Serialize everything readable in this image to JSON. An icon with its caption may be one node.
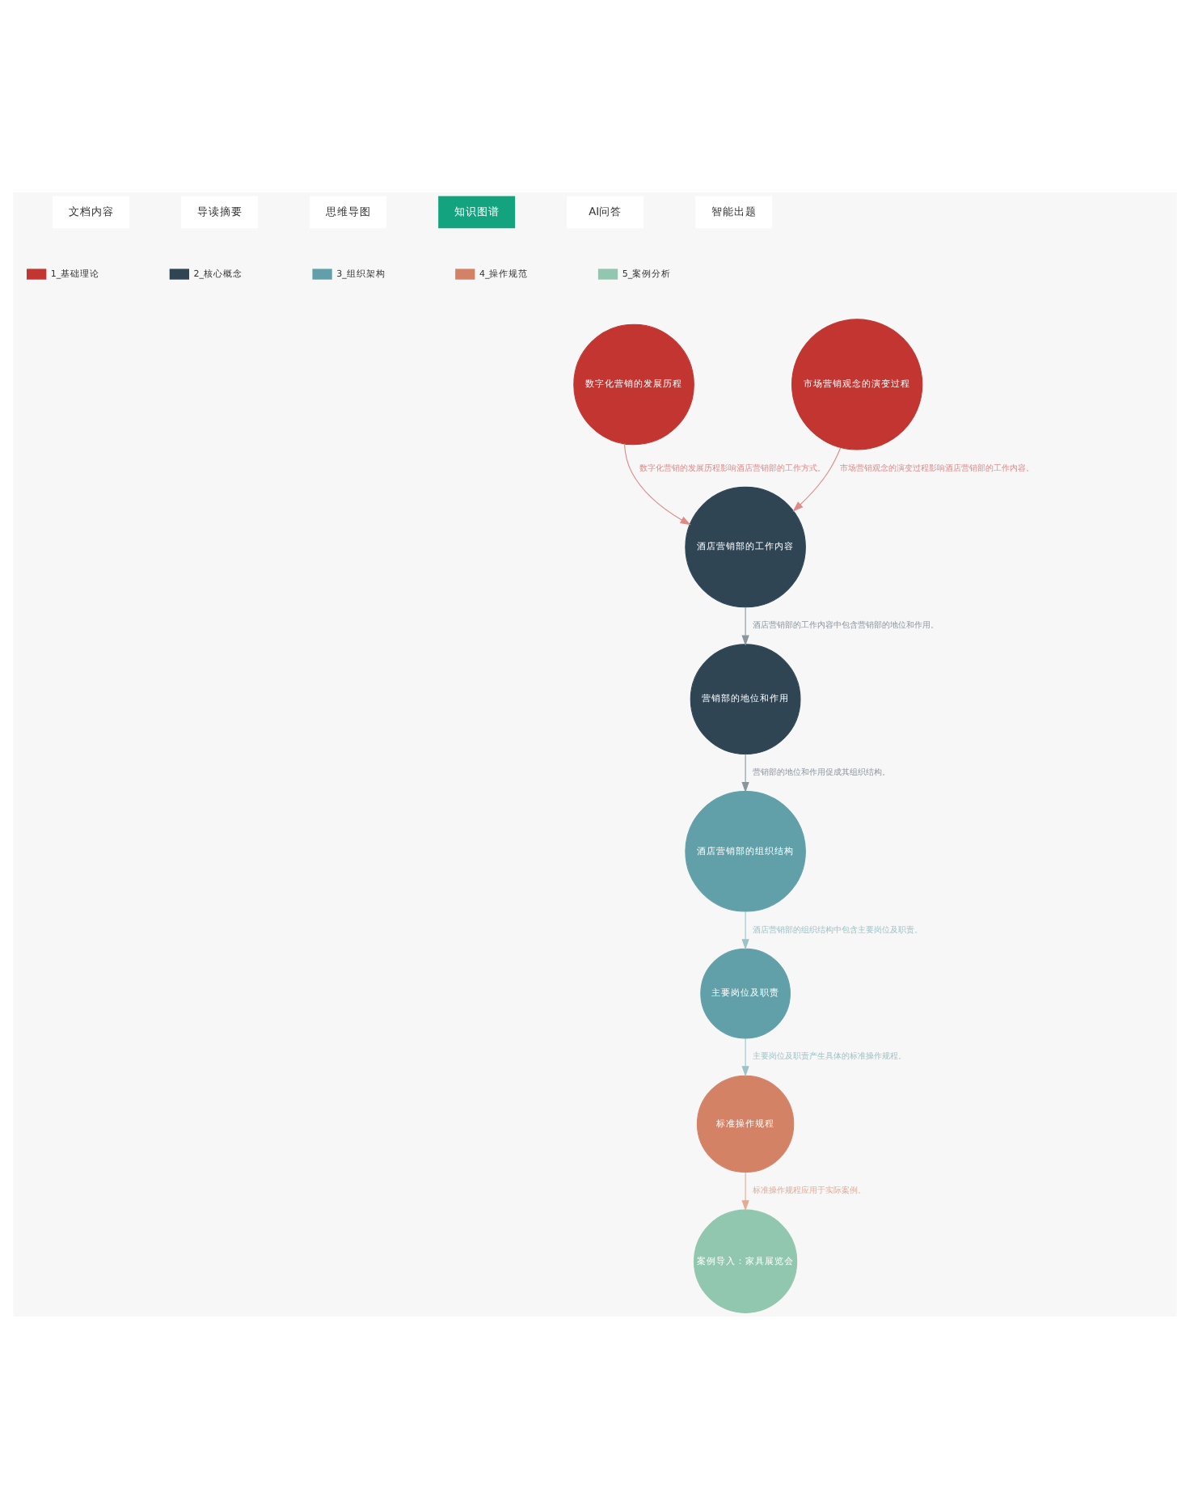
{
  "diagram": {
    "nodes": [
      {
        "text": [
          "数字化营销的发展历程"
        ]
      },
      {
        "text": [
          "市场营销观念的演变过程"
        ]
      },
      {
        "text": [
          "酒店营销部的工作内容"
        ]
      },
      {
        "text": [
          "营销部的地位和作用"
        ]
      },
      {
        "text": [
          "酒店营销部的组织结构"
        ]
      },
      {
        "text": [
          "主要岗位及职责"
        ]
      },
      {
        "text": [
          "标准操作规程"
        ]
      },
      {
        "text": [
          "案例导入：家具展览会"
        ]
      }
    ],
    "edges": [
      {
        "from": 0,
        "to": 2,
        "arrow": "to",
        "label": "数字化营销的发展历程影响酒店营销部的工作方式。",
        "color": "#e08a88"
      },
      {
        "from": 1,
        "to": 2,
        "arrow": "to",
        "label": "市场营销观念的演变过程影响酒店营销部的工作内容。",
        "color": "#e08a88"
      },
      {
        "from": 2,
        "to": 3,
        "arrow": "to",
        "label": "酒店营销部的工作内容中包含营销部的地位和作用。",
        "color": "#8a959e"
      },
      {
        "from": 3,
        "to": 4,
        "arrow": "to",
        "label": "营销部的地位和作用促成其组织结构。",
        "color": "#8a959e"
      },
      {
        "from": 4,
        "to": 5,
        "arrow": "to",
        "label": "酒店营销部的组织结构中包含主要岗位及职责。",
        "color": "#9cc3c8"
      },
      {
        "from": 5,
        "to": 6,
        "arrow": "to",
        "label": "主要岗位及职责产生具体的标准操作规程。",
        "color": "#9cc3c8"
      },
      {
        "from": 6,
        "to": 7,
        "arrow": "to",
        "label": "标准操作规程应用于实际案例。",
        "color": "#e4ab95"
      }
    ],
    "labels": [
      "文档内容",
      "导读摘要",
      "思维导图",
      "知识图谱",
      "AI问答",
      "智能出题"
    ],
    "legend": [
      {
        "text": "1_基础理论",
        "color": "#c23531"
      },
      {
        "text": "2_核心概念",
        "color": "#2f4554"
      },
      {
        "text": "3_组织架构",
        "color": "#61a0a8"
      },
      {
        "text": "4_操作规范",
        "color": "#d48265"
      },
      {
        "text": "5_案例分析",
        "color": "#91c7ae"
      }
    ]
  }
}
